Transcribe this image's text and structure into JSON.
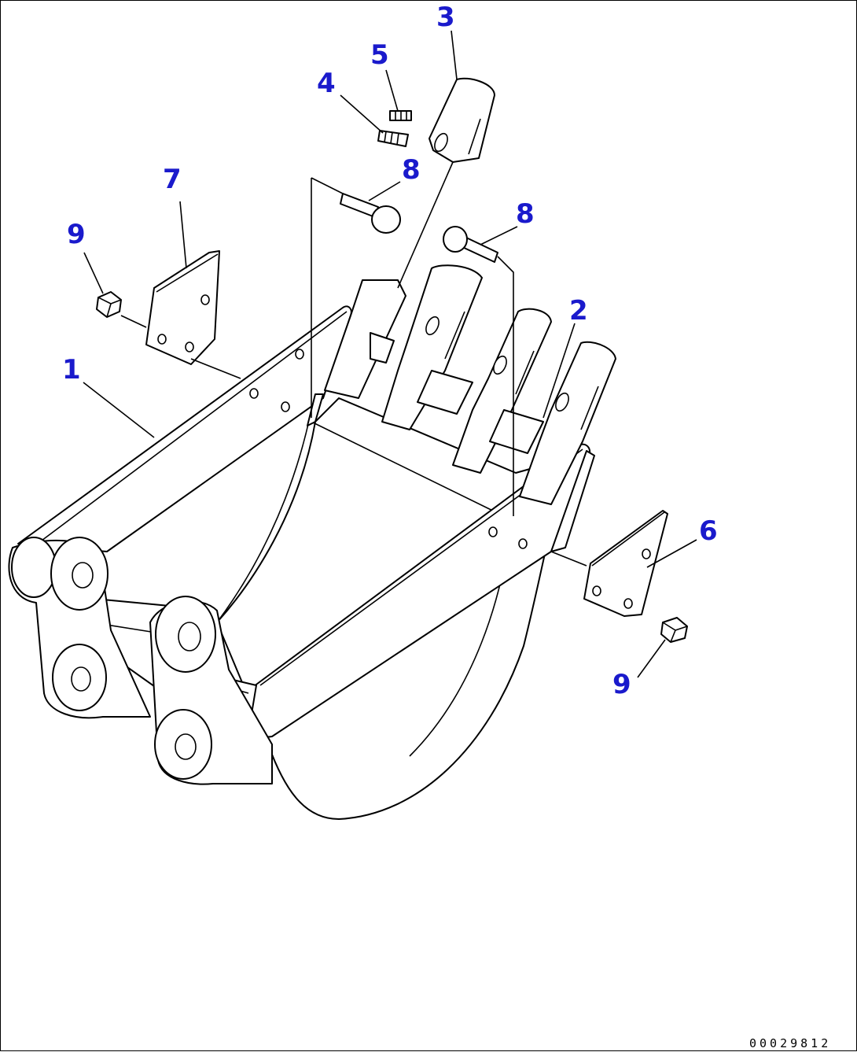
{
  "diagram": {
    "reference_code": "00029812",
    "callout_color": "#1a1acc",
    "line_color": "#000000",
    "callouts": [
      {
        "id": "c1",
        "label": "1",
        "part": "bucket-body"
      },
      {
        "id": "c2",
        "label": "2",
        "part": "tooth-adapter"
      },
      {
        "id": "c3",
        "label": "3",
        "part": "tooth-point"
      },
      {
        "id": "c4",
        "label": "4",
        "part": "lock-pin"
      },
      {
        "id": "c5",
        "label": "5",
        "part": "lock-retainer"
      },
      {
        "id": "c6",
        "label": "6",
        "part": "side-cutter-right"
      },
      {
        "id": "c7",
        "label": "7",
        "part": "side-cutter-left"
      },
      {
        "id": "c8a",
        "label": "8",
        "part": "bolt"
      },
      {
        "id": "c8b",
        "label": "8",
        "part": "bolt"
      },
      {
        "id": "c9a",
        "label": "9",
        "part": "nut"
      },
      {
        "id": "c9b",
        "label": "9",
        "part": "nut"
      }
    ]
  }
}
